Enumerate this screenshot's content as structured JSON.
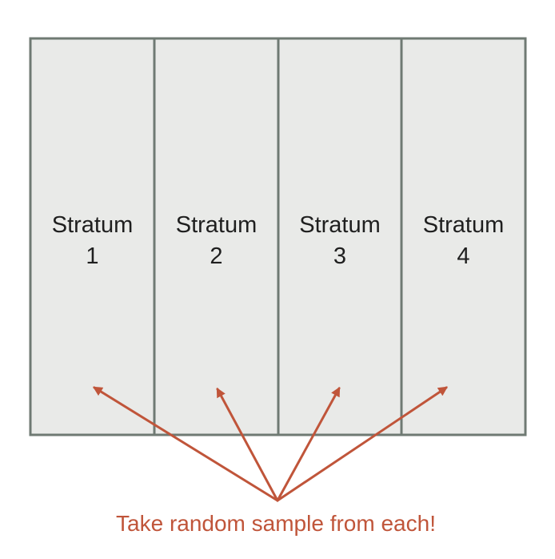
{
  "strata": [
    {
      "word": "Stratum",
      "number": "1"
    },
    {
      "word": "Stratum",
      "number": "2"
    },
    {
      "word": "Stratum",
      "number": "3"
    },
    {
      "word": "Stratum",
      "number": "4"
    }
  ],
  "caption": "Take random sample from each!",
  "colors": {
    "box_fill": "#e9eae8",
    "box_border": "#6f7a73",
    "text": "#1f1f1f",
    "accent": "#c0553a"
  }
}
